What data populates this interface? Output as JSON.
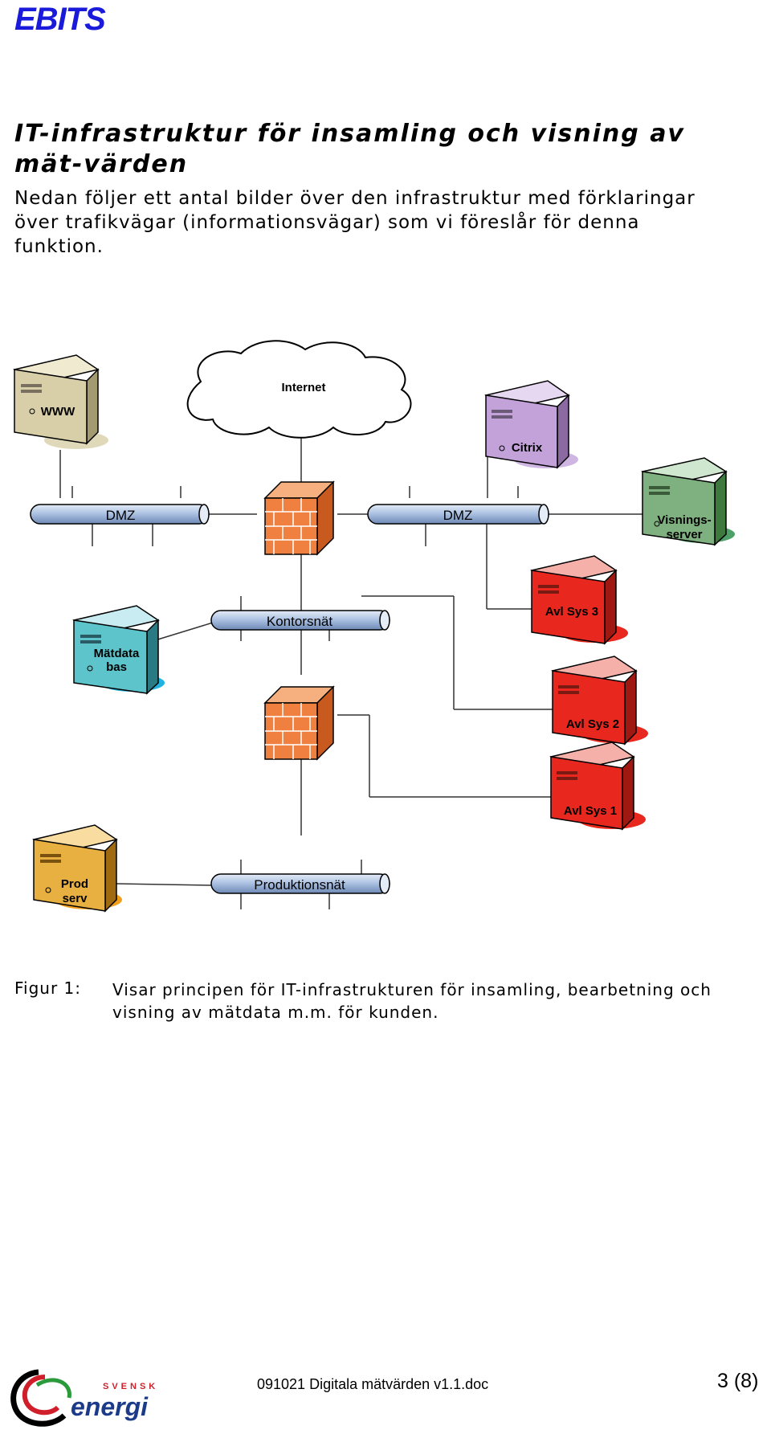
{
  "header": {
    "brand": "EBITS"
  },
  "section": {
    "heading": "IT-infrastruktur för insamling och visning av mät-värden",
    "intro": "Nedan följer ett antal bilder över den infrastruktur med förklaringar över trafikvägar (informationsvägar) som vi föreslår för denna funktion."
  },
  "diagram": {
    "cloud": "Internet",
    "servers": {
      "www": "WWW",
      "citrix": "Citrix",
      "visning_1": "Visnings-",
      "visning_2": "server",
      "avl3": "Avl Sys 3",
      "matdata_1": "Mätdata",
      "matdata_2": "bas",
      "avl2": "Avl Sys 2",
      "avl1": "Avl Sys 1",
      "prod_1": "Prod",
      "prod_2": "serv"
    },
    "networks": {
      "dmz_left": "DMZ",
      "dmz_right": "DMZ",
      "kontor": "Kontorsnät",
      "produktion": "Produktionsnät"
    },
    "colors": {
      "www": "#d8cfa8",
      "citrix": "#c3a2da",
      "visning": "#5aa05a",
      "avl": "#e8281e",
      "matdata": "#3aaec8",
      "prod": "#f0a01c",
      "firewall": "#f08040",
      "pipe": "#a9bfe0"
    }
  },
  "caption": {
    "label": "Figur 1:",
    "text": "Visar principen för IT-infrastrukturen för insamling, bearbetning och visning av mätdata m.m. för kunden."
  },
  "footer": {
    "logo_top": "SVENSK",
    "logo_bottom": "energi",
    "filename": "091021 Digitala mätvärden  v1.1.doc",
    "page": "3 (8)"
  }
}
